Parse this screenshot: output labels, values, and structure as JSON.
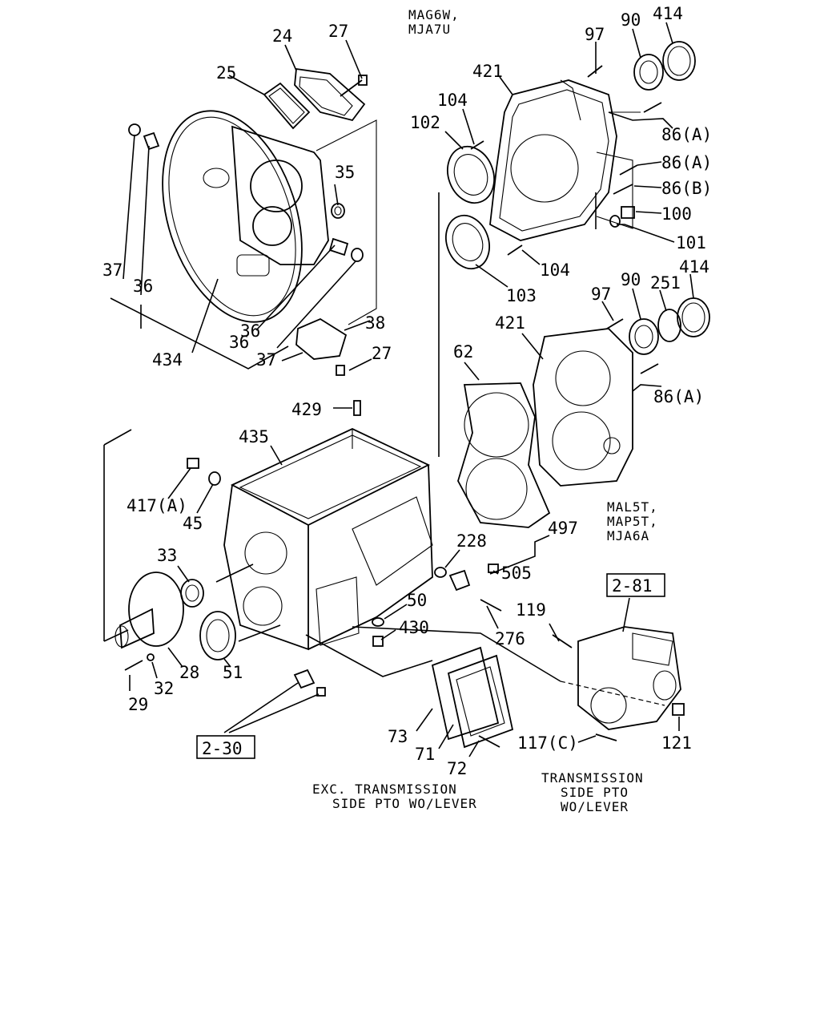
{
  "variant_notes": {
    "top": [
      "MAG6W,",
      "MJA7U"
    ],
    "right": [
      "MAL5T,",
      "MAP5T,",
      "MJA6A"
    ],
    "exc_pto": [
      "EXC. TRANSMISSION",
      "SIDE PTO WO/LEVER"
    ],
    "pto": [
      "TRANSMISSION",
      "SIDE PTO",
      "WO/LEVER"
    ]
  },
  "ref_boxes": {
    "ref_2_81": "2-81",
    "ref_2_30": "2-30"
  },
  "callouts": {
    "c24": "24",
    "c27a": "27",
    "c25": "25",
    "c97a": "97",
    "c90a": "90",
    "c414a": "414",
    "c421a": "421",
    "c104a": "104",
    "c102": "102",
    "c86a1": "86(A)",
    "c86a2": "86(A)",
    "c86b": "86(B)",
    "c100": "100",
    "c101": "101",
    "c35": "35",
    "c37a": "37",
    "c36a": "36",
    "c104b": "104",
    "c103": "103",
    "c97b": "97",
    "c90b": "90",
    "c251": "251",
    "c414b": "414",
    "c36b": "36",
    "c38": "38",
    "c434": "434",
    "c36c": "36",
    "c37b": "37",
    "c27b": "27",
    "c421b": "421",
    "c62": "62",
    "c86a3": "86(A)",
    "c429": "429",
    "c435": "435",
    "c417a": "417(A)",
    "c45": "45",
    "c33": "33",
    "c228": "228",
    "c497": "497",
    "c505": "505",
    "c50": "50",
    "c430": "430",
    "c119": "119",
    "c276": "276",
    "c28": "28",
    "c51": "51",
    "c32": "32",
    "c29": "29",
    "c73": "73",
    "c71": "71",
    "c72": "72",
    "c117c": "117(C)",
    "c121": "121"
  }
}
